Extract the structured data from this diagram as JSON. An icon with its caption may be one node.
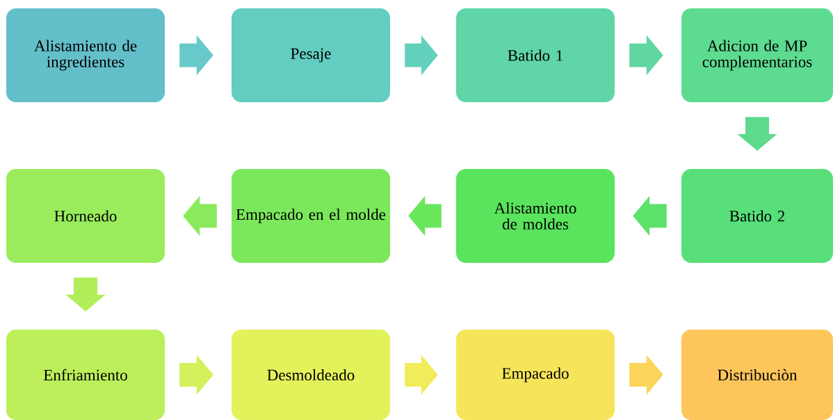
{
  "diagram": {
    "nodes": [
      {
        "text": [
          "Alistamiento de ingredientes"
        ]
      },
      {
        "text": [
          "Pesaje"
        ]
      },
      {
        "text": [
          "Batido 1"
        ]
      },
      {
        "text": [
          "Adicion de MP complementarios"
        ]
      },
      {
        "text": [
          "Horneado"
        ]
      },
      {
        "text": [
          "Empacado en el molde"
        ]
      },
      {
        "text": [
          "Alistamiento de moldes"
        ]
      },
      {
        "text": [
          "Batido 2"
        ]
      },
      {
        "text": [
          "Enfriamiento"
        ]
      },
      {
        "text": [
          "Desmoldeado"
        ]
      },
      {
        "text": [
          "Empacado"
        ]
      },
      {
        "text": [
          "Distribuciòn"
        ]
      }
    ],
    "edges": [
      {
        "from": 0,
        "to": 1,
        "arrow": "to",
        "color": "#68c9cb"
      },
      {
        "from": 1,
        "to": 2,
        "arrow": "to",
        "color": "#63d0bb"
      },
      {
        "from": 2,
        "to": 3,
        "arrow": "to",
        "color": "#60d6a2"
      },
      {
        "from": 3,
        "to": 7,
        "arrow": "to",
        "color": "#5dda8c"
      },
      {
        "from": 7,
        "to": 6,
        "arrow": "to",
        "color": "#5be26a"
      },
      {
        "from": 6,
        "to": 5,
        "arrow": "to",
        "color": "#6ae65a"
      },
      {
        "from": 5,
        "to": 4,
        "arrow": "to",
        "color": "#8aea5b"
      },
      {
        "from": 4,
        "to": 8,
        "arrow": "to",
        "color": "#b0ee5a"
      },
      {
        "from": 8,
        "to": 9,
        "arrow": "to",
        "color": "#d2f15a"
      },
      {
        "from": 9,
        "to": 10,
        "arrow": "to",
        "color": "#f0ec5a"
      },
      {
        "from": 10,
        "to": 11,
        "arrow": "to",
        "color": "#fbd45a"
      }
    ]
  }
}
